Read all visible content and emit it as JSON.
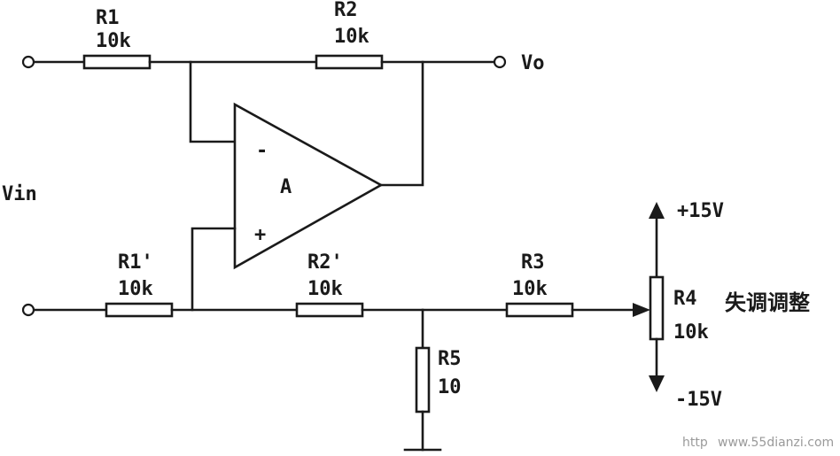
{
  "components": {
    "r1": {
      "name": "R1",
      "value": "10k"
    },
    "r2": {
      "name": "R2",
      "value": "10k"
    },
    "r1p": {
      "name": "R1'",
      "value": "10k"
    },
    "r2p": {
      "name": "R2'",
      "value": "10k"
    },
    "r3": {
      "name": "R3",
      "value": "10k"
    },
    "r4": {
      "name": "R4",
      "value": "10k"
    },
    "r5": {
      "name": "R5",
      "value": "10"
    }
  },
  "opamp": {
    "label": "A",
    "minus": "-",
    "plus": "+"
  },
  "terminals": {
    "vin": "Vin",
    "vo": "Vo"
  },
  "supply": {
    "pos": "+15V",
    "neg": "-15V"
  },
  "pot_note": "失调调整",
  "watermark": "www.55dianzi.com",
  "watermark_prefix": "http"
}
